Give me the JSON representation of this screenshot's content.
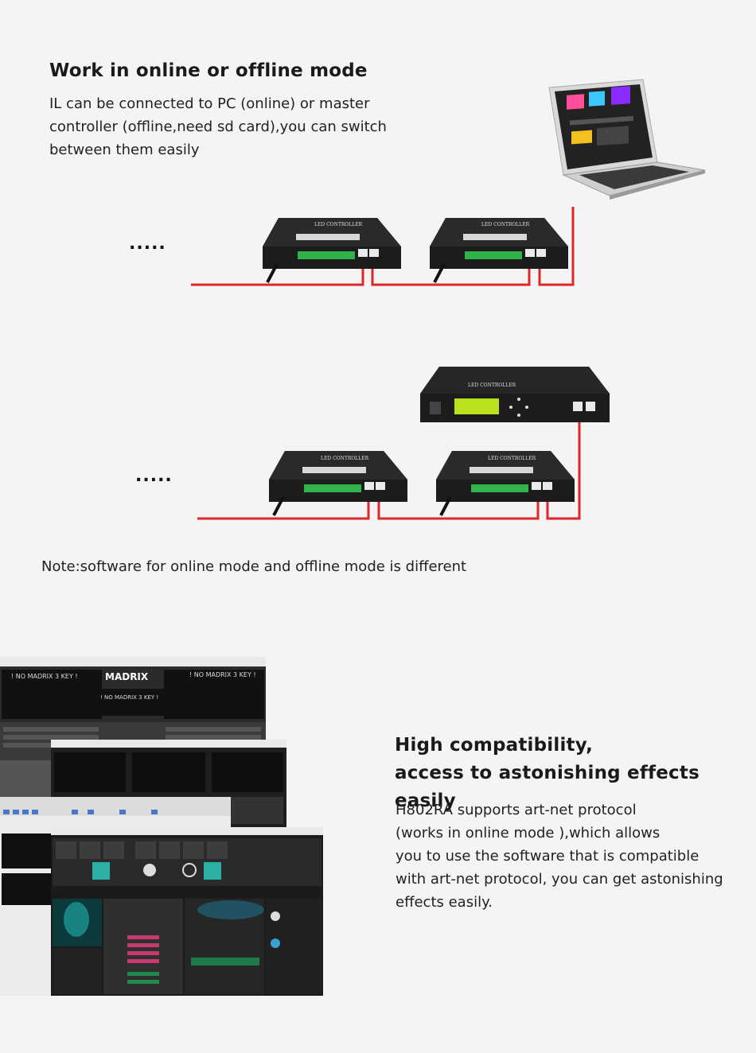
{
  "section1": {
    "heading": "Work in online or offline mode",
    "description_lines": [
      "IL can be connected to PC (online) or master",
      "controller (offline,need sd card),you can switch",
      "between them easily"
    ],
    "ellipsis": "....."
  },
  "controller": {
    "label": "LED CONTROLLER"
  },
  "master_controller": {
    "label": "LED CONTROLLER"
  },
  "section2": {
    "ellipsis": "....."
  },
  "note": {
    "text": "Note:software for online mode and offline mode is different"
  },
  "software_screens": {
    "madrix_logo": "MADRIX",
    "no_key_labels": [
      "! NO MADRIX 3 KEY !",
      "! NO MADRIX 3 KEY !",
      "! NO MADRIX 3 KEY !"
    ]
  },
  "section3": {
    "heading_lines": [
      "High compatibility,",
      "access to astonishing effects easily"
    ],
    "description_lines": [
      "H802RA supports art-net protocol",
      "(works in online mode ),which allows",
      "you to use the software that is compatible",
      "with art-net protocol, you can get astonishing",
      "effects easily."
    ]
  },
  "colors": {
    "background": "#f4f4f4",
    "cable": "#e0262b",
    "device": "#1c1c1c",
    "terminal": "#2fb34a",
    "lcd": "#b8e21c"
  }
}
